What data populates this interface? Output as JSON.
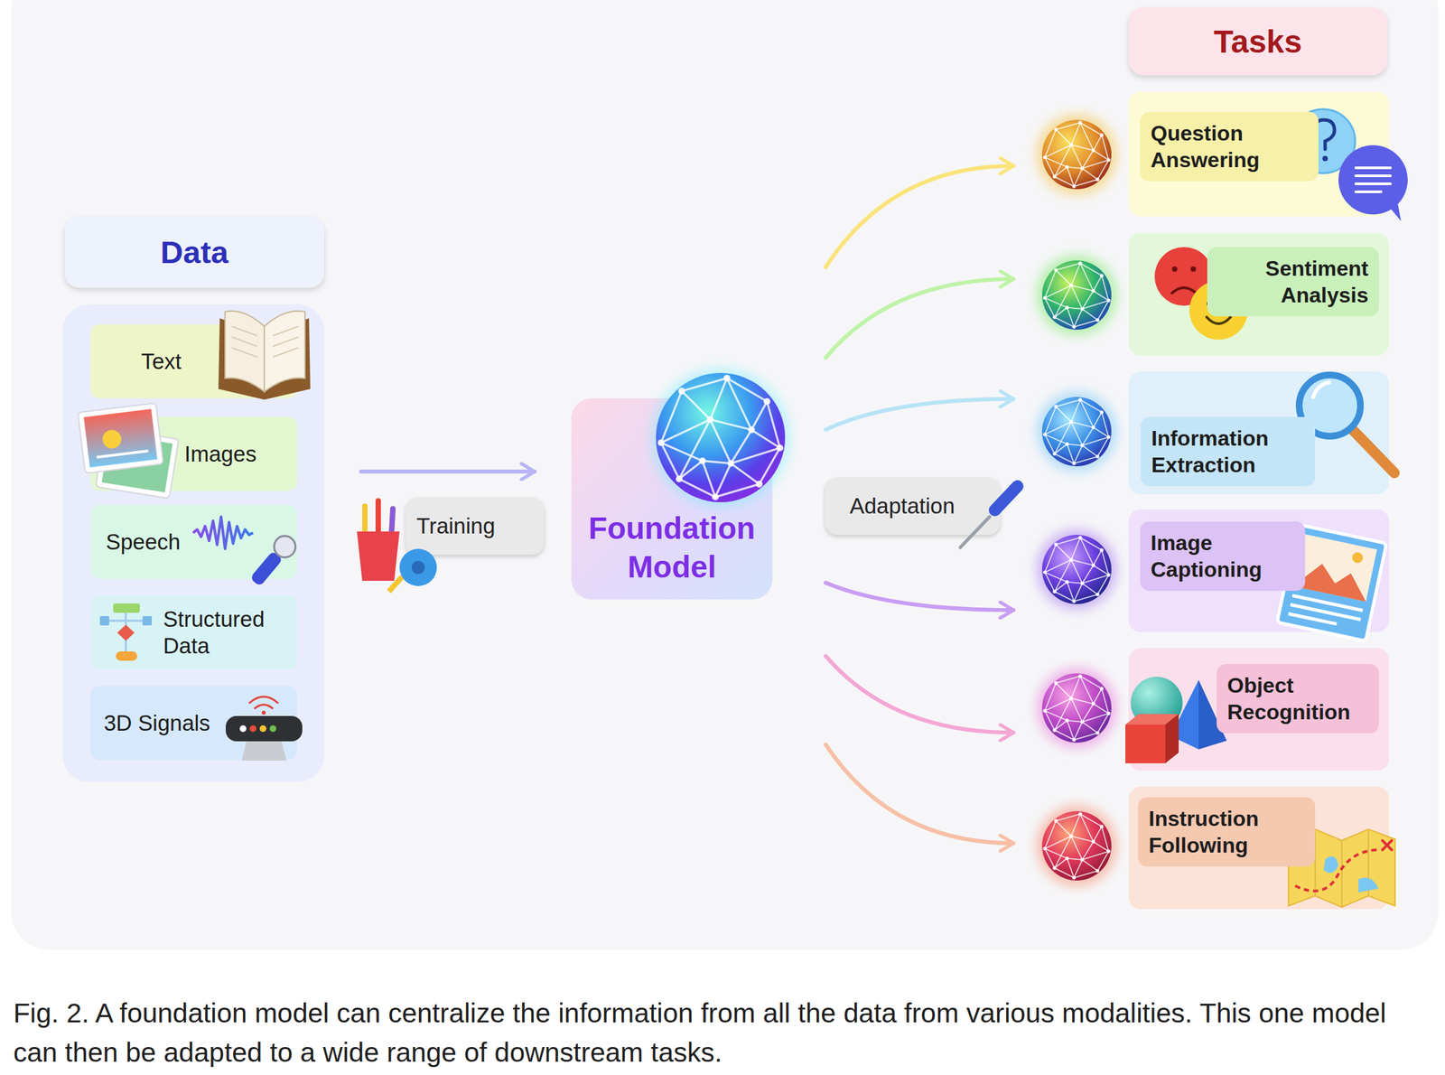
{
  "diagram": {
    "caption": "Fig. 2. A foundation model can centralize the information from all the data from various modalities. This one model can then be adapted to a wide range of downstream tasks.",
    "nodes": [
      {
        "text": [
          "Data"
        ]
      },
      {
        "text": [
          "Text"
        ],
        "in": 0
      },
      {
        "text": [
          "Images"
        ],
        "in": 0
      },
      {
        "text": [
          "Speech"
        ],
        "in": 0
      },
      {
        "text": [
          "Structured Data"
        ],
        "in": 0
      },
      {
        "text": [
          "3D Signals"
        ],
        "in": 0
      },
      {
        "text": [
          "Foundation Model"
        ]
      },
      {
        "text": [
          "Tasks"
        ]
      },
      {
        "text": [
          "Question Answering"
        ]
      },
      {
        "text": [
          "Sentiment Analysis"
        ]
      },
      {
        "text": [
          "Information Extraction"
        ]
      },
      {
        "text": [
          "Image Captioning"
        ]
      },
      {
        "text": [
          "Object Recognition"
        ]
      },
      {
        "text": [
          "Instruction Following"
        ]
      }
    ],
    "edges": [
      {
        "from": 0,
        "to": 6,
        "arrow": "to",
        "label": "Training"
      },
      {
        "from": 6,
        "to": 8,
        "arrow": "to"
      },
      {
        "from": 6,
        "to": 9,
        "arrow": "to"
      },
      {
        "from": 6,
        "to": 10,
        "arrow": "to"
      },
      {
        "from": 6,
        "to": 11,
        "arrow": "to"
      },
      {
        "from": 6,
        "to": 12,
        "arrow": "to"
      },
      {
        "from": 6,
        "to": 13,
        "arrow": "to"
      }
    ],
    "labels": [
      "Adaptation"
    ]
  }
}
